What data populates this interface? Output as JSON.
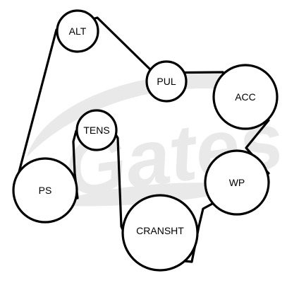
{
  "watermark": {
    "text": "Gates",
    "color": "#e9e9e9"
  },
  "belt": {
    "color": "#000000"
  },
  "pulleys": [
    {
      "id": "alt",
      "label": "ALT"
    },
    {
      "id": "pul",
      "label": "PUL"
    },
    {
      "id": "acc",
      "label": "ACC"
    },
    {
      "id": "tens",
      "label": "TENS"
    },
    {
      "id": "ps",
      "label": "PS"
    },
    {
      "id": "wp",
      "label": "WP"
    },
    {
      "id": "cranshaft",
      "label": "CRANSHT"
    }
  ]
}
